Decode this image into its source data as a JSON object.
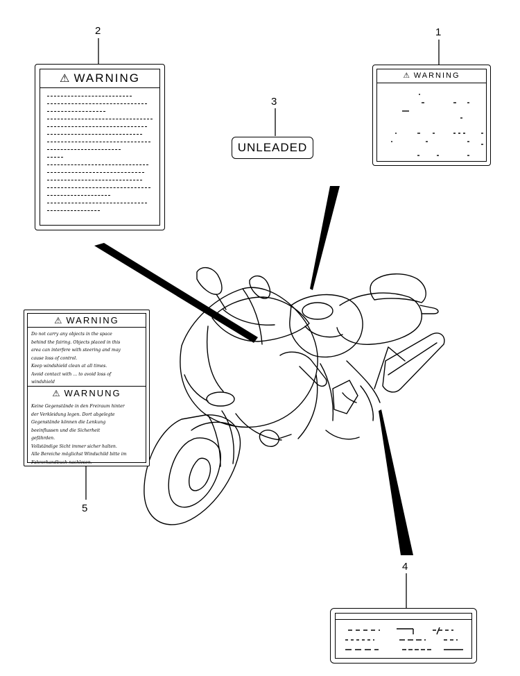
{
  "callouts": [
    "1",
    "2",
    "3",
    "4",
    "5"
  ],
  "labels": {
    "label_1": {
      "title": "WARNING"
    },
    "label_2": {
      "title": "WARNING"
    },
    "label_3": {
      "text": "UNLEADED"
    },
    "label_5": {
      "title_en": "WARNING",
      "lines_en": [
        "Do not carry any objects in the space",
        "behind the fairing. Objects placed in this",
        "area can interfere with steering and may",
        "cause loss of control.",
        "Keep windshield clean at all times.",
        "Avoid contact with ... to avoid loss of",
        "windshield"
      ],
      "title_de": "WARNUNG",
      "lines_de": [
        "Keine Gegenstände in den Freiraum hinter",
        "der Verkleidung legen. Dort abgelegte",
        "Gegenstände können die Lenkung",
        "beeinflussen und die Sicherheit",
        "gefährden.",
        "Vollständige Sicht immer sicher halten.",
        "Alle Bereiche möglichst Windschild bitte im",
        "Fahrerhandbuch nachlesen."
      ]
    }
  },
  "icons": {
    "warning": "warning-triangle-icon"
  }
}
